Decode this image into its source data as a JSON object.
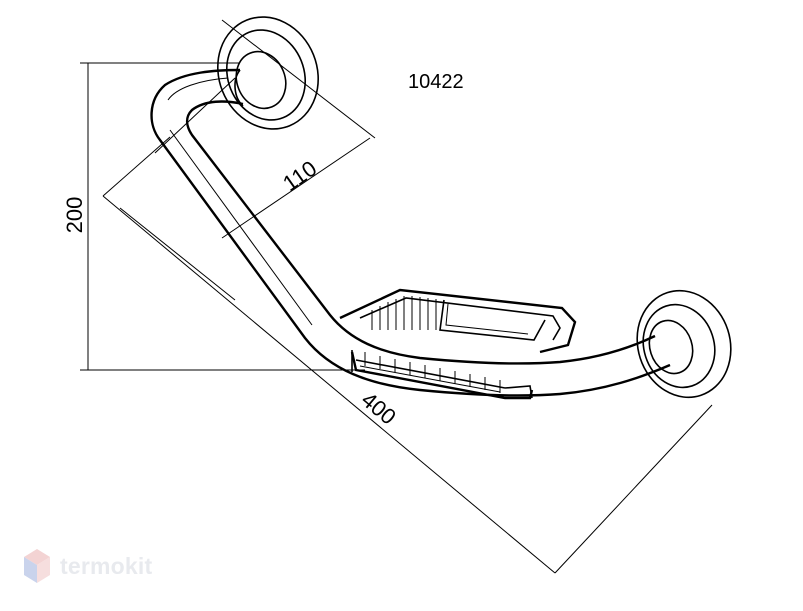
{
  "product_code": "10422",
  "dimensions": {
    "height": "200",
    "depth": "110",
    "length": "400"
  },
  "watermark": {
    "brand": "termokit",
    "logo_colors": {
      "top": "#f3d3d3",
      "left": "#c9d3ec",
      "right": "#f6dede"
    }
  },
  "colors": {
    "line": "#000000",
    "background": "#ffffff"
  }
}
